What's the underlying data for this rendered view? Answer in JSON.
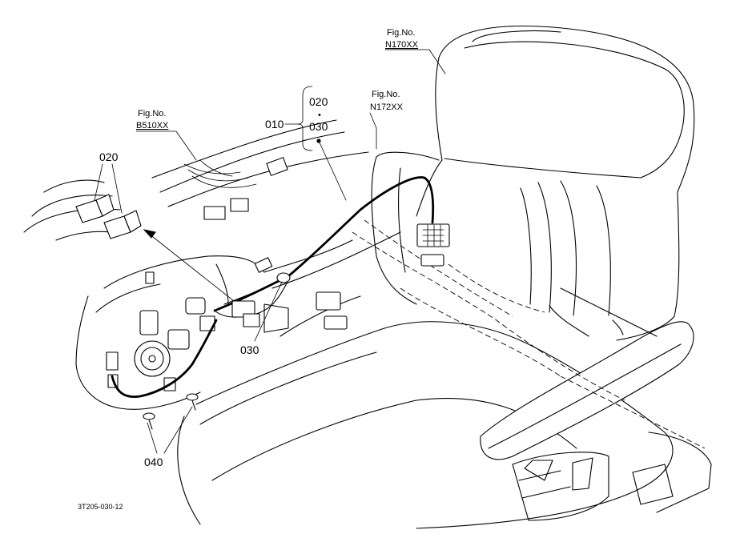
{
  "labels": {
    "fig_n170": {
      "line1": "Fig.No.",
      "line2": "N170XX"
    },
    "fig_n172": {
      "line1": "Fig.No.",
      "line2": "N172XX"
    },
    "fig_b510": {
      "line1": "Fig.No.",
      "line2": "B510XX"
    },
    "part_010": "010",
    "part_020_top": "020",
    "part_030_top": "030",
    "part_020_left": "020",
    "part_030_bottom": "030",
    "part_040": "040",
    "dot": "•",
    "drawing_code": "3T205-030-12"
  },
  "colors": {
    "ink": "#000000",
    "paper": "#ffffff"
  }
}
